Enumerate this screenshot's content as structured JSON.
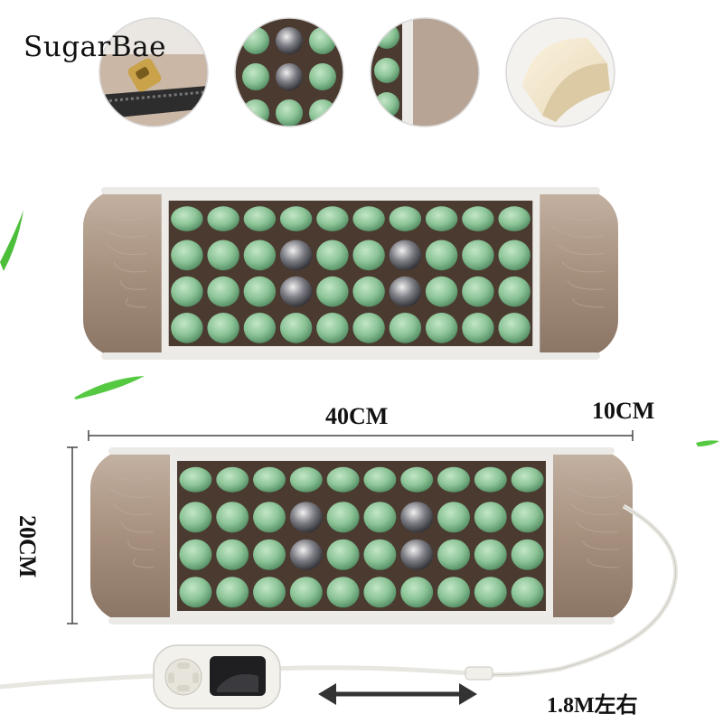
{
  "brand": {
    "name": "SugarBae"
  },
  "dimensions": {
    "width": "40CM",
    "end": "10CM",
    "height": "20CM",
    "cord": "1.8M左右"
  },
  "colors": {
    "jade": "#8fc49a",
    "jade_dark": "#5e9a6e",
    "leather": "#a99382",
    "mat": "#4a3a30",
    "piping": "#e8e6e3",
    "leaf": "#4cbf3a"
  },
  "product": {
    "stone_rows": 4,
    "stone_columns": 10,
    "tourmaline_positions": [
      [
        1,
        3
      ],
      [
        1,
        6
      ],
      [
        2,
        3
      ],
      [
        2,
        6
      ]
    ]
  },
  "icons": [
    "zipper-icon",
    "leaf-icon",
    "double-arrow-icon",
    "controller-icon"
  ]
}
